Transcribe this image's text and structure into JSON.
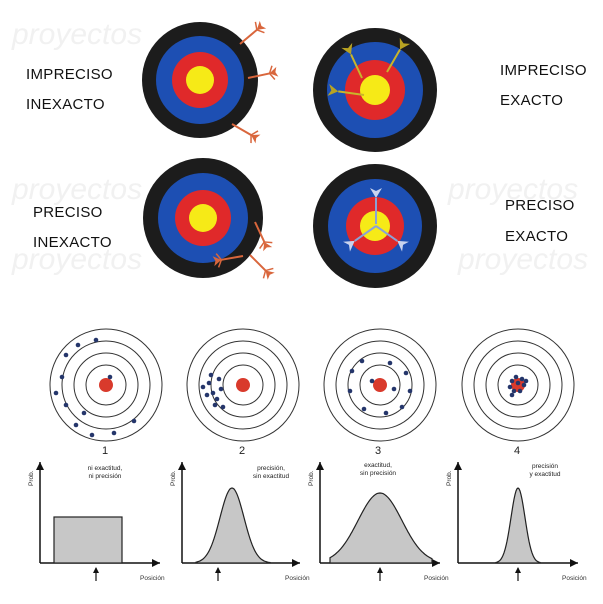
{
  "top": {
    "watermark": "proyectos",
    "quadrants": [
      {
        "id": "ii",
        "line1": "IMPRECISO",
        "line2": "INEXACTO"
      },
      {
        "id": "ie",
        "line1": "IMPRECISO",
        "line2": "EXACTO"
      },
      {
        "id": "pi",
        "line1": "PRECISO",
        "line2": "INEXACTO"
      },
      {
        "id": "pe",
        "line1": "PRECISO",
        "line2": "EXACTO"
      }
    ],
    "colors": {
      "ring_outer": "#1c1c1c",
      "ring_blue": "#1d4fb3",
      "ring_red": "#e0292a",
      "bullseye": "#f6ea17",
      "arrow_red": "#d9663c",
      "arrow_yellow": "#c8b52a"
    }
  },
  "bottom": {
    "panels": [
      {
        "number": "1",
        "caption1": "ni exactitud,",
        "caption2": "ni precisión",
        "y_label": "Prob.",
        "x_label": "Posición",
        "shape": "uniform"
      },
      {
        "number": "2",
        "caption1": "precisión,",
        "caption2": "sin exactitud",
        "y_label": "Prob.",
        "x_label": "Posición",
        "shape": "narrow-offset"
      },
      {
        "number": "3",
        "caption1": "exactitud,",
        "caption2": "sin precisión",
        "y_label": "Prob.",
        "x_label": "Posición",
        "shape": "wide-centered"
      },
      {
        "number": "4",
        "caption1": "precisión",
        "caption2": "y exactitud",
        "y_label": "Prob.",
        "x_label": "Posición",
        "shape": "narrow-centered"
      }
    ]
  }
}
